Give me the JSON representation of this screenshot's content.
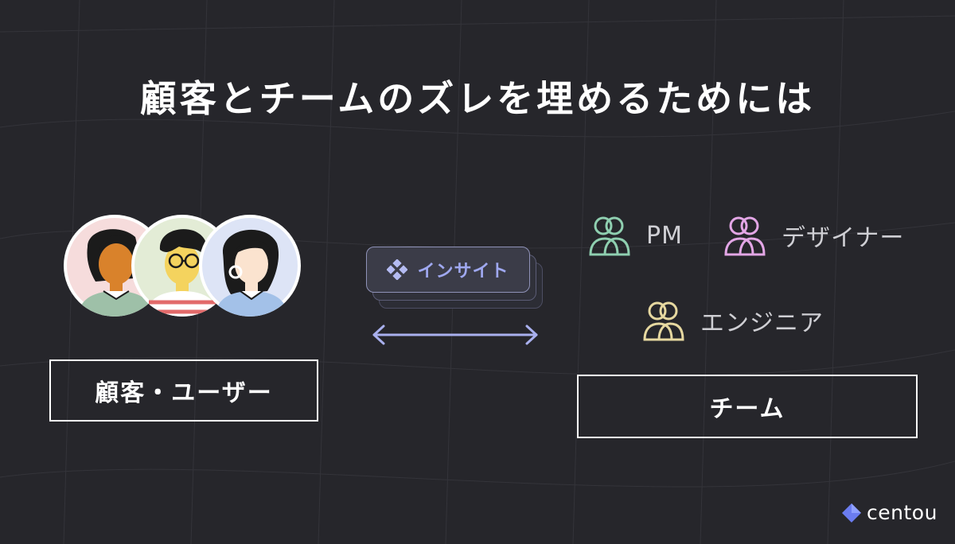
{
  "slide": {
    "title": "顧客とチームのズレを埋めるためには"
  },
  "customer": {
    "label": "顧客・ユーザー",
    "avatars": [
      "avatar-woman-orange",
      "avatar-man-glasses",
      "avatar-woman-earring"
    ]
  },
  "insight": {
    "label": "インサイト",
    "icon": "diamond-cluster-icon"
  },
  "connector": {
    "icon": "double-arrow-icon",
    "color": "#a9b0ee"
  },
  "team": {
    "label": "チーム",
    "roles": [
      {
        "label": "PM",
        "icon": "users-icon",
        "color": "#8fcfb0"
      },
      {
        "label": "デザイナー",
        "icon": "users-icon",
        "color": "#e3a6e6"
      },
      {
        "label": "エンジニア",
        "icon": "users-icon",
        "color": "#e6d8a0"
      }
    ]
  },
  "brand": {
    "name": "centou",
    "icon": "centou-diamond-logo",
    "accent": "#6b7cf0"
  },
  "colors": {
    "background": "#26262b",
    "text": "#ffffff"
  }
}
